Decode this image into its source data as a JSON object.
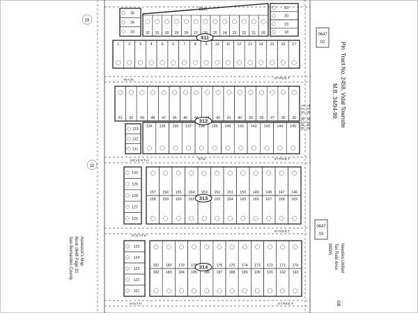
{
  "map": {
    "tract": {
      "line1": "Pln. Tract No. 2458, Vidal Townsite",
      "line2": "M.B. 34/94-99"
    },
    "assessor": {
      "line1": "Assessor's Map",
      "line2": "Book 0648 Page 31",
      "line3": "San Bernardino County"
    },
    "rate_area": {
      "line1": "Needles Unified",
      "line2": "Tax Rate Area",
      "line3": "98005"
    },
    "page_refs": [
      {
        "top": "0647",
        "bottom": "02"
      },
      {
        "top": "0647",
        "bottom": "03"
      }
    ],
    "section_numbers": [
      "29",
      "32"
    ],
    "survey_note": {
      "line1": "T.1 S., R.24 E.",
      "line2": "T.1 S., R.24 E."
    },
    "block_badges": [
      "311",
      "312",
      "313",
      "314"
    ],
    "blk_label": "BLK.",
    "streets": {
      "main": "MAIN",
      "street_label": "STREET",
      "seventh": "SEVENTH",
      "eighth": "EIGHTH",
      "ninth": "NINTH",
      "street_mark": "R/W",
      "edge_label": "OB"
    },
    "block_311": {
      "upper_lots": [
        "32",
        "31",
        "30",
        "29",
        "28",
        "27",
        "26",
        "25",
        "24",
        "23",
        "22",
        "21",
        "20"
      ],
      "right_lots": [
        "23",
        "20",
        "19",
        "18"
      ],
      "left_lots": [
        "35",
        "34",
        "33"
      ],
      "lower_lots": [
        "1",
        "2",
        "3",
        "4",
        "5",
        "6",
        "7",
        "8",
        "9",
        "10",
        "11",
        "12",
        "13",
        "14",
        "15",
        "16",
        "17"
      ]
    },
    "block_312": {
      "top_lots": [
        "51",
        "50",
        "49",
        "48",
        "47",
        "46",
        "45",
        "44",
        "43",
        "42",
        "41",
        "40",
        "39",
        "38",
        "37",
        "36",
        "35"
      ],
      "bottom_lots": [
        "134",
        "135",
        "136",
        "137",
        "138",
        "139",
        "140",
        "141",
        "142",
        "143",
        "144",
        "145"
      ],
      "side_lots": [
        "133",
        "132",
        "131"
      ]
    },
    "block_313": {
      "top_lots": [
        "157",
        "156",
        "155",
        "154",
        "153",
        "152",
        "151",
        "150",
        "149",
        "148",
        "147",
        "146"
      ],
      "bottom_lots": [
        "158",
        "159",
        "160",
        "161",
        "162",
        "163",
        "164",
        "165",
        "166",
        "167",
        "168",
        "169"
      ],
      "side_lots": [
        "130",
        "129",
        "128",
        "127",
        "126"
      ]
    },
    "block_314": {
      "top_lots": [
        "181",
        "180",
        "179",
        "178",
        "177",
        "176",
        "175",
        "174",
        "173",
        "172",
        "171",
        "170"
      ],
      "bottom_lots": [
        "182",
        "183",
        "184",
        "185",
        "186",
        "187",
        "188",
        "189",
        "190",
        "191",
        "192",
        "193"
      ],
      "side_lots": [
        "125",
        "124",
        "123",
        "122",
        "121"
      ]
    }
  }
}
